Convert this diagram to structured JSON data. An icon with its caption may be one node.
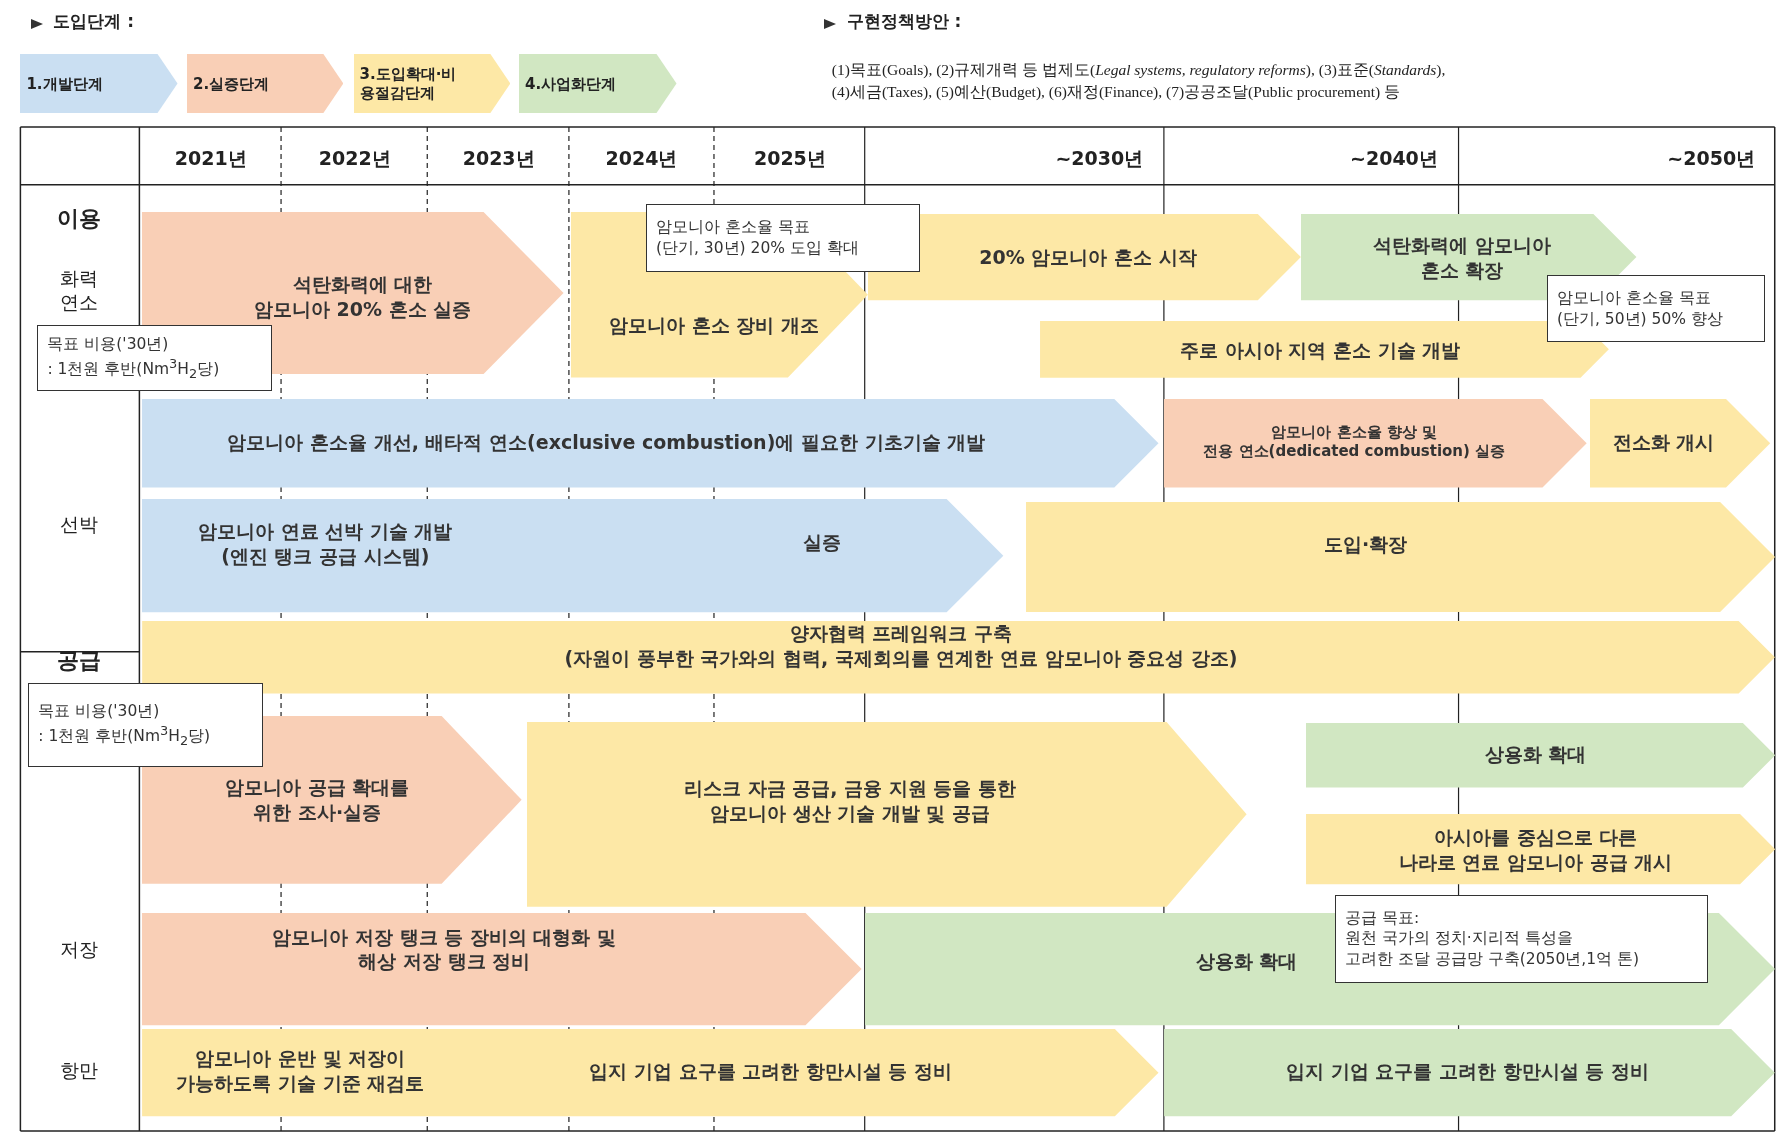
{
  "diagram": {
    "nodes": [
      {
        "text": [
          "석탄화력에 대한 암모니아 20% 혼소 실증"
        ]
      },
      {
        "text": [
          "암모니아 혼소 장비 개조"
        ]
      },
      {
        "text": [
          "암모니아 혼소율 목표 (단기, 30년) 20% 도입 확대"
        ]
      },
      {
        "text": [
          "20% 암모니아 혼소 시작"
        ]
      },
      {
        "text": [
          "석탄화력에 암모니아 혼소 확장"
        ]
      },
      {
        "text": [
          "암모니아 혼소율 목표 (단기, 50년) 50% 향상"
        ]
      },
      {
        "text": [
          "목표 비용('30년) : 1천원 후반(Nm$^{3}$H$_{2}$당)"
        ]
      },
      {
        "text": [
          "주로 아시아 지역 혼소 기술 개발"
        ]
      },
      {
        "text": [
          "암모니아 혼소율 개선, 배타적 연소(exclusive combustion)에 필요한 기초기술 개발"
        ]
      },
      {
        "text": [
          "암모니아 혼소율 향상 및 전용 연소(dedicated combustion) 실증"
        ]
      },
      {
        "text": [
          "전소화 개시"
        ]
      },
      {
        "text": [
          "암모니아 연료 선박 기술 개발 (엔진 탱크 공급 시스템)",
          "실증"
        ]
      },
      {
        "text": [
          "도입·확장"
        ]
      },
      {
        "text": [
          "양자협력 프레임워크 구축 (자원이 풍부한 국가와의 협력, 국제회의를 연계한 연료 암모니아 중요성 강조)"
        ]
      },
      {
        "text": [
          "목표 비용('30년) : 1천원 후반(Nm$^{3}$H$_{2}$당)"
        ]
      },
      {
        "text": [
          "암모니아 공급 확대를 위한 조사·실증"
        ]
      },
      {
        "text": [
          "리스크 자금 공급, 금융 지원 등을 통한 암모니아 생산 기술 개발 및 공급"
        ]
      },
      {
        "text": [
          "상용화 확대"
        ]
      },
      {
        "text": [
          "아시아를 중심으로 다른 나라로 연료 암모니아 공급 개시"
        ]
      },
      {
        "text": [
          "암모니아 저장 탱크 등 장비의 대형화 및 해상 저장 탱크 정비"
        ]
      },
      {
        "text": [
          "상용화 확대"
        ]
      },
      {
        "text": [
          "공급 목표: 원천 국가의 정치·지리적 특성을 고려한 조달 공급망 구축(2050년,1억 톤)"
        ]
      },
      {
        "text": [
          "암모니아 운반 및 저장이 가능하도록 기술 기준 재검토",
          "입지 기업 요구를 고려한 항만시설 등 정비"
        ]
      },
      {
        "text": [
          "입지 기업 요구를 고려한 항만시설 등 정비"
        ]
      }
    ],
    "edges": [],
    "labels": [
      "도입단계 :",
      "구현정책방안 :",
      "(1)목표(Goals), (2)규제개력 등 법제도(*Legal systems, regulatory reforms*), (3)표준(*Standards*), (4)세금(Taxes), (5)예산(Budget), (6)재정(Finance), (7)공공조달(Public procurement) 등",
      "2021년",
      "2022년",
      "2023년",
      "2024년",
      "2025년",
      "~2030년",
      "~2040년",
      "~2050년",
      "이용",
      "화력 연소",
      "선박",
      "공급",
      "저장",
      "항만"
    ],
    "legend": [
      {
        "text": "1.개발단계",
        "color": "#cadff2"
      },
      {
        "text": "2.실증단계",
        "color": "#f9cfb6"
      },
      {
        "text": "3.도입확대·비용절감단계",
        "color": "#fde8a6"
      },
      {
        "text": "4.사업화단계",
        "color": "#d1e7c2"
      }
    ]
  }
}
